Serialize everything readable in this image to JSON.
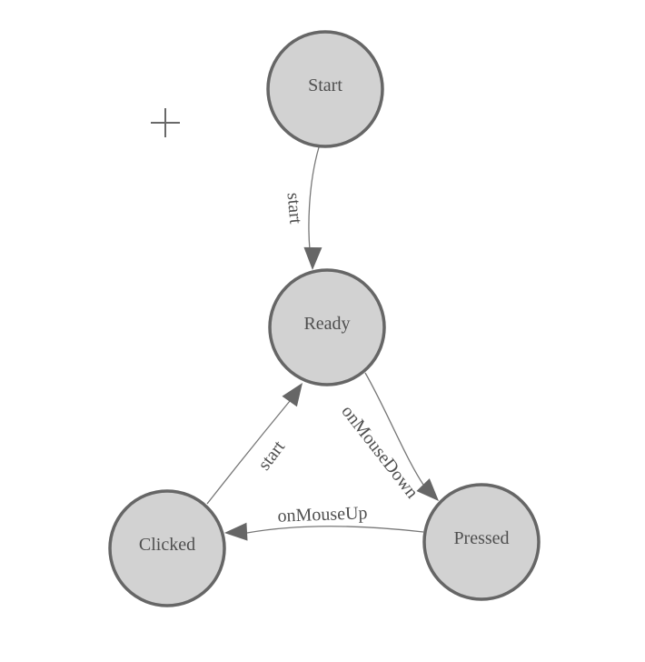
{
  "diagram": {
    "nodes": [
      {
        "id": "start",
        "label": "Start"
      },
      {
        "id": "ready",
        "label": "Ready"
      },
      {
        "id": "clicked",
        "label": "Clicked"
      },
      {
        "id": "pressed",
        "label": "Pressed"
      }
    ],
    "edges": [
      {
        "id": "start-to-ready",
        "from": "Start",
        "to": "Ready",
        "label": "start"
      },
      {
        "id": "ready-to-pressed",
        "from": "Ready",
        "to": "Pressed",
        "label": "onMouseDown"
      },
      {
        "id": "pressed-to-clicked",
        "from": "Pressed",
        "to": "Clicked",
        "label": "onMouseUp"
      },
      {
        "id": "clicked-to-ready",
        "from": "Clicked",
        "to": "Ready",
        "label": "start"
      }
    ],
    "tools": {
      "add_tool_icon": "plus-icon"
    },
    "colors": {
      "background": "#ffffff",
      "node_fill": "#d2d2d2",
      "node_stroke": "#666666",
      "edge_stroke": "#777777",
      "arrow_fill": "#666666",
      "label_text": "#4f4f4f",
      "plus_icon": "#696969"
    }
  }
}
